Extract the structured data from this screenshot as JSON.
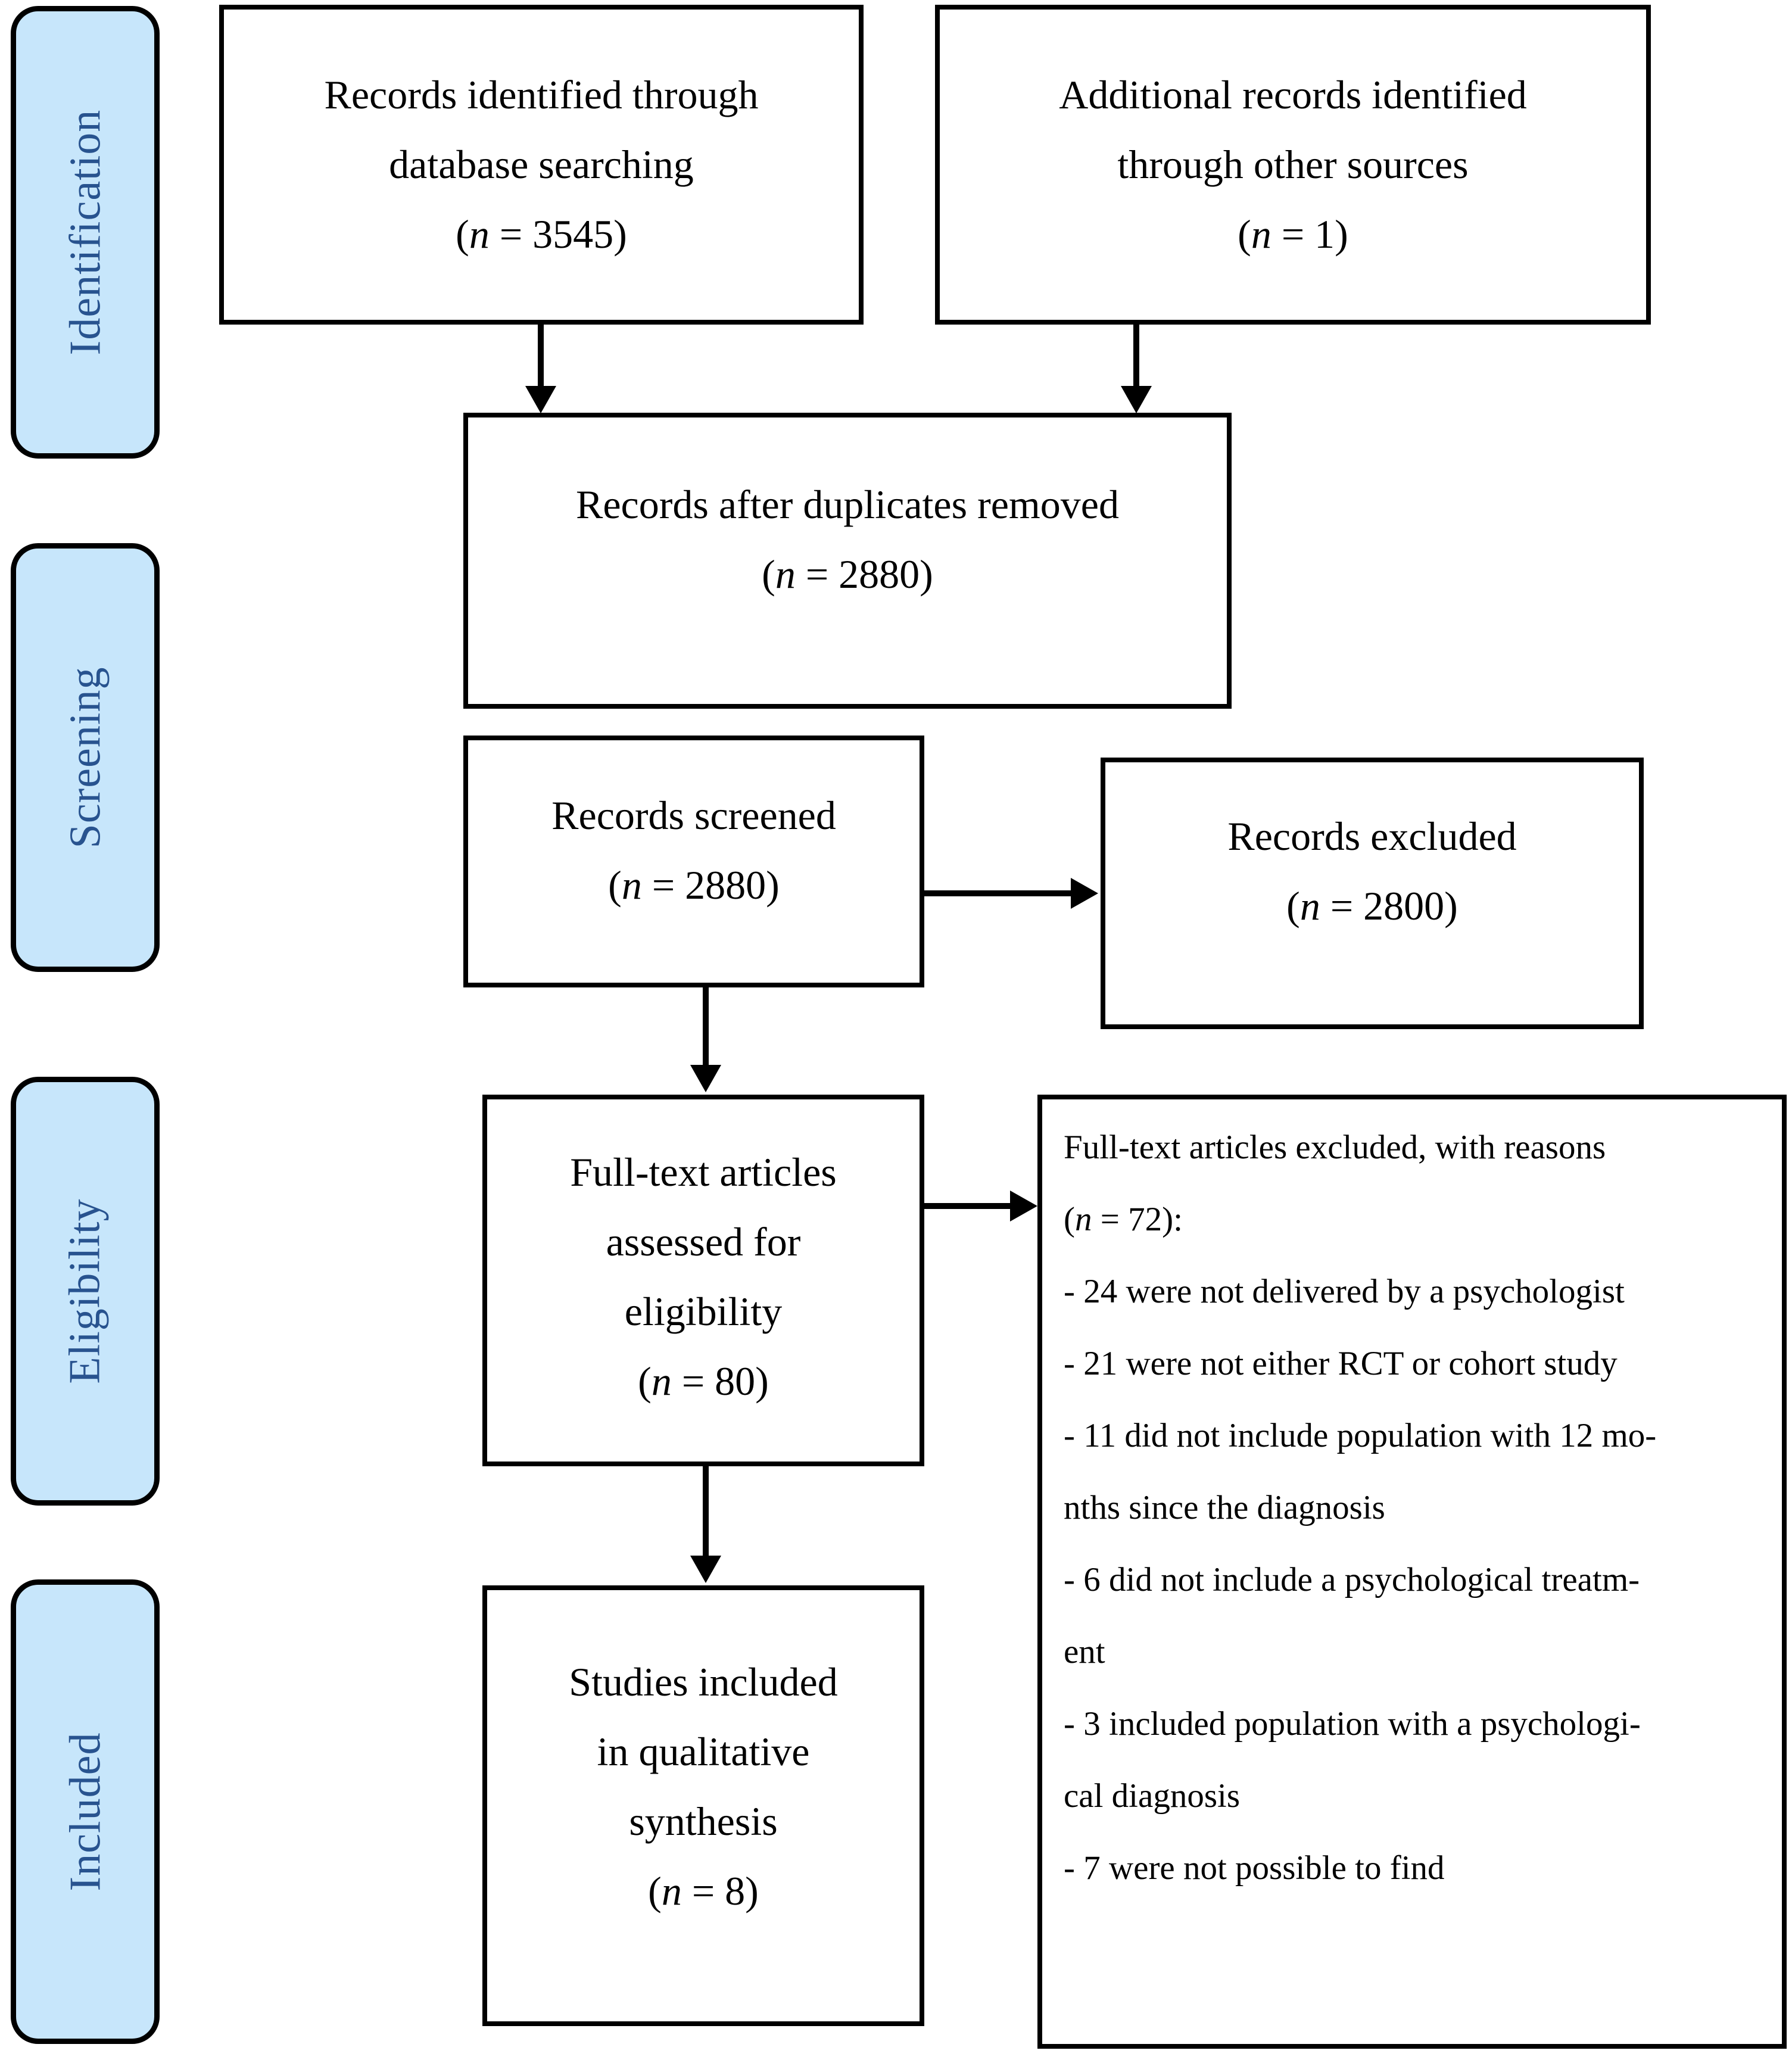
{
  "diagram": {
    "type": "prisma-flow-diagram",
    "accent_blue_fill": "#c7e6fb",
    "accent_blue_text": "#28538f",
    "line_color": "#000000"
  },
  "stages": [
    {
      "label": "Identification"
    },
    {
      "label": "Screening"
    },
    {
      "label": "Eligibility"
    },
    {
      "label": "Included"
    }
  ],
  "boxes": {
    "database_searching": {
      "line1": "Records identified through",
      "line2": "database searching",
      "count_open": "(",
      "count_n": "n",
      "count_rest": " = 3545)"
    },
    "other_sources": {
      "line1": "Additional records identified",
      "line2": "through other sources",
      "count_open": "(",
      "count_n": "n",
      "count_rest": " = 1)"
    },
    "duplicates_removed": {
      "line1": "Records after duplicates removed",
      "count_open": "(",
      "count_n": "n",
      "count_rest": " = 2880)"
    },
    "records_screened": {
      "line1": "Records screened",
      "count_open": "(",
      "count_n": "n",
      "count_rest": " = 2880)"
    },
    "records_excluded": {
      "line1": "Records excluded",
      "count_open": "(",
      "count_n": "n",
      "count_rest": " = 2800)"
    },
    "fulltext_assessed": {
      "line1": "Full-text articles",
      "line2": "assessed for",
      "line3": "eligibility",
      "count_open": "(",
      "count_n": "n",
      "count_rest": " = 80)"
    },
    "studies_included": {
      "line1": "Studies included",
      "line2": "in qualitative",
      "line3": "synthesis",
      "count_open": "(",
      "count_n": "n",
      "count_rest": " = 8)"
    },
    "fulltext_excluded": {
      "heading": "Full-text articles excluded, with reasons",
      "count_open": "(",
      "count_n": "n",
      "count_rest": " = 72):",
      "reasons": [
        "- 24 were not delivered by a psychologist",
        "- 21 were not either RCT or cohort study",
        "- 11 did not include population with 12 mo-",
        "nths since the diagnosis",
        "- 6 did not include a psychological treatm-",
        "ent",
        "- 3 included population with a psychologi-",
        "cal diagnosis",
        "- 7 were not possible to find"
      ]
    }
  },
  "chart_data": {
    "type": "table",
    "title": "PRISMA flow diagram",
    "records_identified_database": 3545,
    "records_identified_other": 1,
    "records_after_duplicates": 2880,
    "records_screened": 2880,
    "records_excluded": 2800,
    "fulltext_assessed": 80,
    "fulltext_excluded": 72,
    "studies_included_qualitative": 8,
    "exclusion_reason_counts": [
      {
        "reason": "were not delivered by a psychologist",
        "n": 24
      },
      {
        "reason": "were not either RCT or cohort study",
        "n": 21
      },
      {
        "reason": "did not include population with 12 months since the diagnosis",
        "n": 11
      },
      {
        "reason": "did not include a psychological treatment",
        "n": 6
      },
      {
        "reason": "included population with a psychological diagnosis",
        "n": 3
      },
      {
        "reason": "were not possible to find",
        "n": 7
      }
    ]
  }
}
